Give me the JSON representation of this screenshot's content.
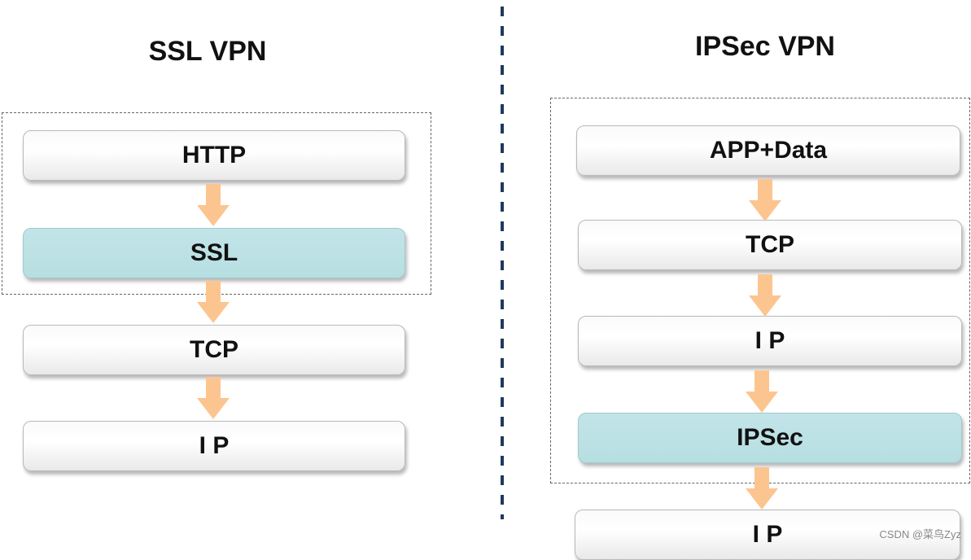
{
  "ssl": {
    "title": "SSL VPN",
    "layers": [
      "HTTP",
      "SSL",
      "TCP",
      "I P"
    ]
  },
  "ipsec": {
    "title": "IPSec VPN",
    "layers": [
      "APP+Data",
      "TCP",
      "I P",
      "IPSec",
      "I P"
    ]
  },
  "colors": {
    "layer_fill": "#ffffff",
    "highlight_fill": "#b6dfe2",
    "arrow": "#fcc590",
    "divider": "#1f3a5f"
  },
  "watermark": "CSDN @菜鸟Zyz"
}
